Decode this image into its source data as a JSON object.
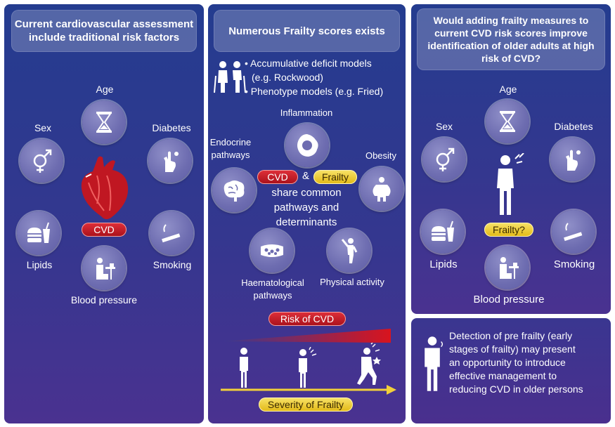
{
  "panel1": {
    "title": "Current cardiovascular assessment include traditional risk factors",
    "labels": {
      "age": "Age",
      "sex": "Sex",
      "diabetes": "Diabetes",
      "lipids": "Lipids",
      "smoking": "Smoking",
      "blood_pressure": "Blood pressure"
    },
    "center_pill": "CVD"
  },
  "panel2": {
    "title": "Numerous Frailty scores exists",
    "bullets": [
      "Accumulative deficit models",
      "(e.g. Rockwood)",
      "Phenotype models (e.g. Fried)"
    ],
    "labels": {
      "inflammation": "Inflammation",
      "endocrine_1": "Endocrine",
      "endocrine_2": "pathways",
      "obesity": "Obesity",
      "haem_1": "Haematological",
      "haem_2": "pathways",
      "physical": "Physical activity"
    },
    "center": {
      "cvd": "CVD",
      "amp": "&",
      "frailty": "Frailty",
      "line1": "share common",
      "line2": "pathways and",
      "line3": "determinants"
    },
    "risk_label": "Risk of CVD",
    "severity_label": "Severity of Frailty"
  },
  "panel3": {
    "title": "Would adding frailty measures to current CVD risk scores improve identification of older adults at high risk of CVD?",
    "labels": {
      "age": "Age",
      "sex": "Sex",
      "diabetes": "Diabetes",
      "lipids": "Lipids",
      "smoking": "Smoking",
      "blood_pressure": "Blood pressure"
    },
    "center_pill": "Frailty?"
  },
  "panel4": {
    "text": [
      "Detection of pre frailty (early",
      "stages of frailty) may present",
      "an opportunity  to introduce",
      "effective management to",
      "reducing CVD in older persons"
    ]
  },
  "colors": {
    "panel": "#2b3b8f",
    "cvd_red": "#c8141e",
    "frailty_yellow": "#f2d03a"
  }
}
